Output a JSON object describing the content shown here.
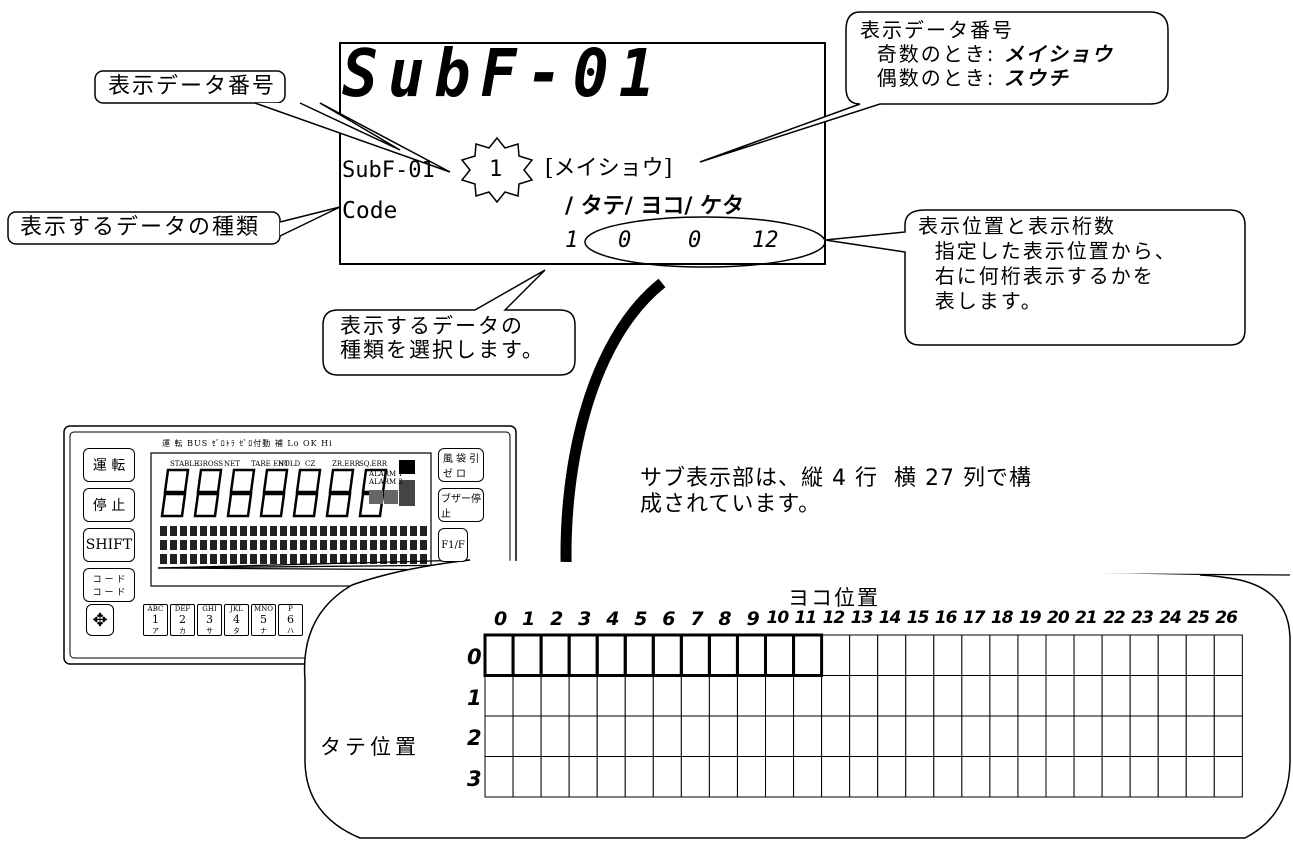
{
  "display_box": {
    "big_title": "SubF-01",
    "sub_prefix": "SubF-01",
    "number": "1",
    "bracket_text": "[メイショウ]",
    "code_label": "Code",
    "header_cols": "/ タテ/ ヨコ/ ケタ",
    "values": {
      "kind": "1",
      "tate": "0",
      "yoko": "0",
      "keta": "12"
    }
  },
  "callouts": {
    "data_number": "表示データ番号",
    "data_kind": "表示するデータの種類",
    "select_kind": "表示するデータの\n種類を選択します。",
    "top_right": "表示データ番号\n  奇数のとき: ",
    "odd_value": "メイショウ",
    "even_label": "  偶数のとき: ",
    "even_value": "スウチ",
    "position": "表示位置と表示桁数\n  指定した表示位置から、\n  右に何桁表示するかを\n  表します。"
  },
  "note": "サブ表示部は、縦 4 行  横 27 列で構\n成されています。",
  "grid": {
    "yoko_title": "ヨコ位置",
    "tate_title": "タテ位置",
    "col_labels": [
      "0",
      "1",
      "2",
      "3",
      "4",
      "5",
      "6",
      "7",
      "8",
      "9",
      "10",
      "11",
      "12",
      "13",
      "14",
      "15",
      "16",
      "17",
      "18",
      "19",
      "20",
      "21",
      "22",
      "23",
      "24",
      "25",
      "26"
    ],
    "row_labels": [
      "0",
      "1",
      "2",
      "3"
    ],
    "highlight_row": 0,
    "highlight_count": 12
  },
  "panel": {
    "top_labels": "運 転  BUS  ｾﾞﾛﾄﾗ ｾﾞﾛ付動  補  Lo    OK    Hi",
    "annunciators": [
      "STABLE",
      "GROSS",
      "NET",
      "TARE ENT",
      "HOLD",
      "CZ",
      "ZR.ERR",
      "SQ.ERR"
    ],
    "alarm": [
      "ALARM 1",
      "ALARM 2"
    ],
    "big_digits": "8888888",
    "left_keys": [
      "運 転",
      "停 止",
      "SHIFT",
      "コ ー ド\nコ ー ド"
    ],
    "right_keys": [
      "風 袋 引\nゼ ロ",
      "ブザー停\n止",
      "F1/F"
    ],
    "bottom_keys": [
      {
        "top": "ABC",
        "mid": "1",
        "bot": "ア"
      },
      {
        "top": "DEF",
        "mid": "2",
        "bot": "カ"
      },
      {
        "top": "GHI",
        "mid": "3",
        "bot": "サ"
      },
      {
        "top": "JKL",
        "mid": "4",
        "bot": "タ"
      },
      {
        "top": "MNO",
        "mid": "5",
        "bot": "ナ"
      },
      {
        "top": "P",
        "mid": "6",
        "bot": "ハ"
      }
    ]
  }
}
